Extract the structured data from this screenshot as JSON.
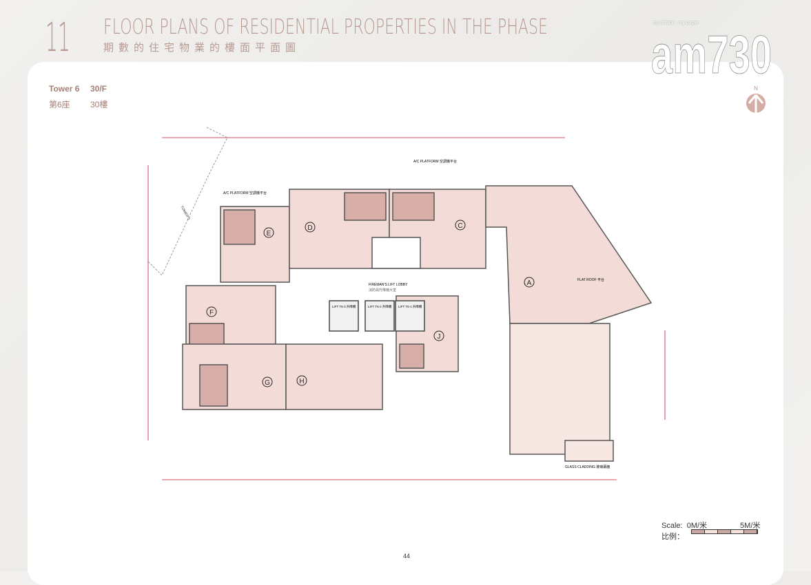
{
  "header": {
    "section_number": "11",
    "title_en": "FLOOR PLANS OF RESIDENTIAL PROPERTIES IN THE PHASE",
    "title_zh": "期數的住宅物業的樓面平面圖"
  },
  "watermark": {
    "tagline": "my choice · my paper",
    "brand": "am730"
  },
  "floor_info": {
    "tower_en": "Tower 6",
    "floor_en": "30/F",
    "tower_zh": "第6座",
    "floor_zh": "30樓"
  },
  "compass": {
    "label": "N"
  },
  "plan": {
    "units": [
      "A",
      "C",
      "D",
      "E",
      "F",
      "G",
      "H",
      "J"
    ],
    "labels": {
      "tower5": "TOWER 5",
      "lobby_en": "FIREMAN'S LIFT LOBBY",
      "lobby_zh": "消防員升降機大堂",
      "lift1": "LIFT T6-1 升降機",
      "lift2": "LIFT T6-2 升降機",
      "lift3": "LIFT T6-3 升降機",
      "ac_platform": "A/C PLATFORM 空調機平台",
      "flat_roof": "FLAT ROOF 平台",
      "glass_cladding": "GLASS CLADDING 玻璃幕牆"
    },
    "colors": {
      "room": "#f3dcd7",
      "room_dark": "#d8aea8",
      "dimension": "#c0182b",
      "wall": "#555555"
    }
  },
  "scale": {
    "label_en": "Scale:",
    "label_zh": "比例：",
    "start": "0M/米",
    "end": "5M/米"
  },
  "page_number": "44"
}
